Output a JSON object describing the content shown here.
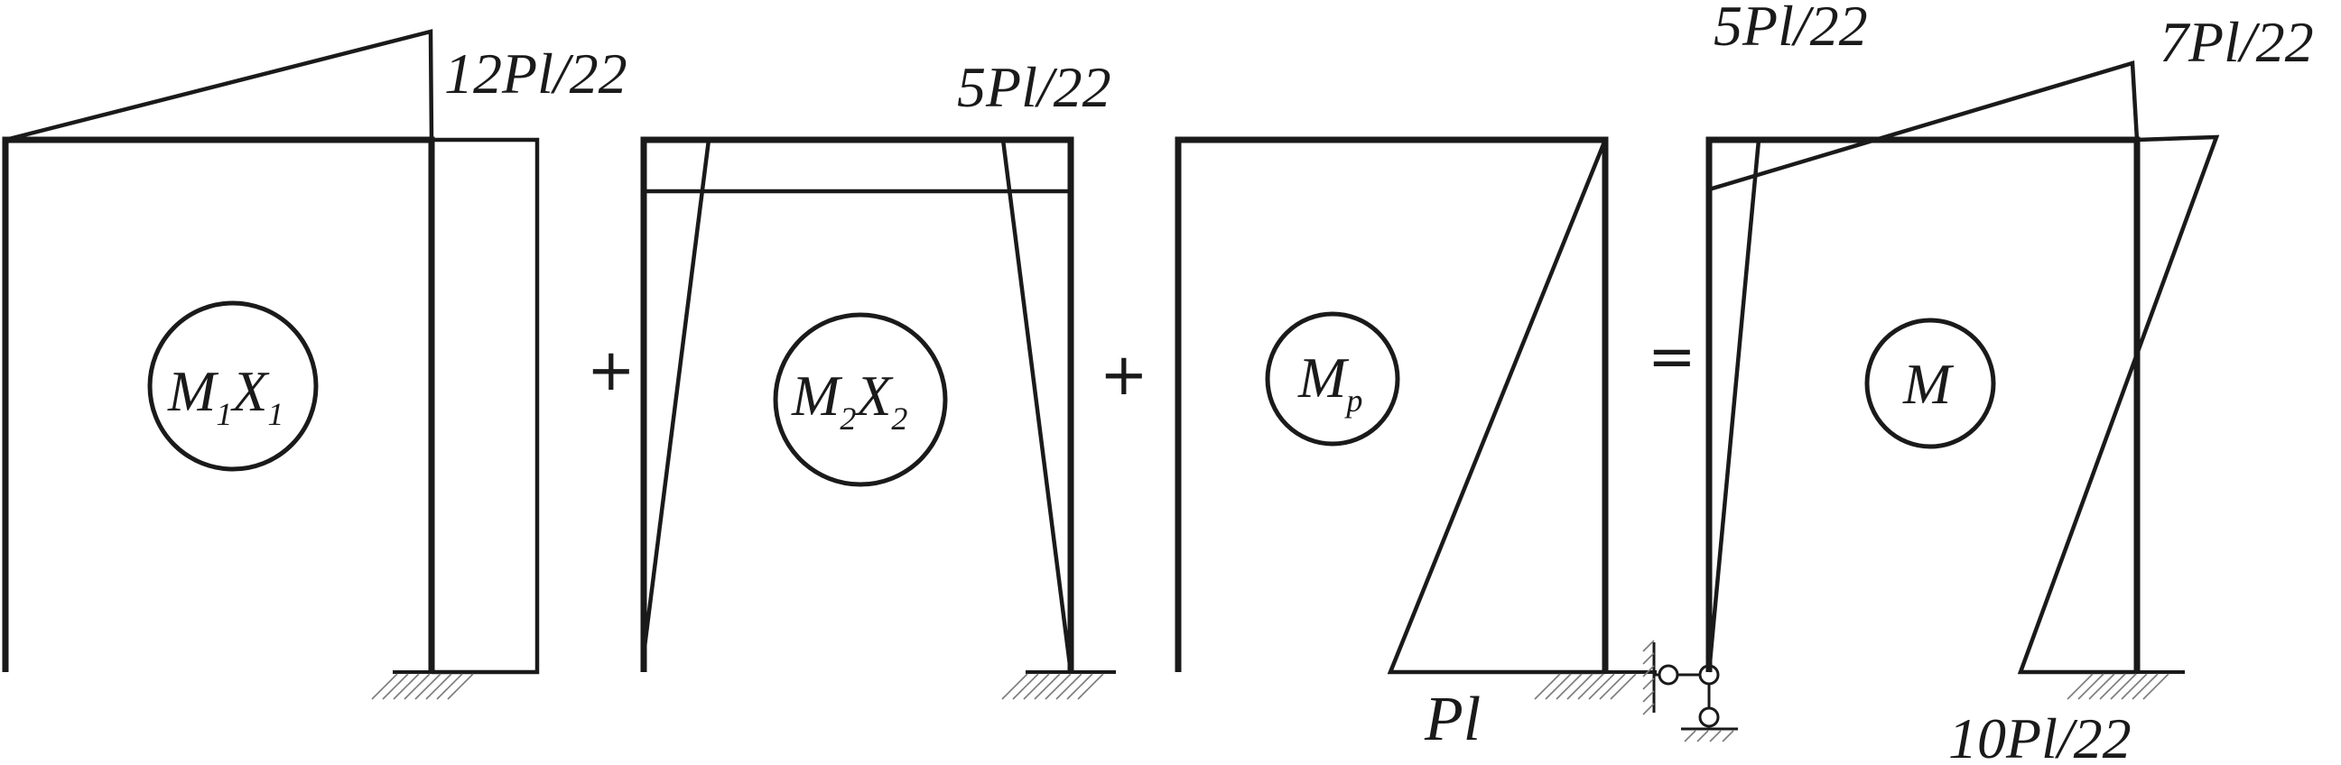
{
  "diagram": {
    "panels": [
      {
        "symbol": {
          "main": "M",
          "sub": "1",
          "main2": "X",
          "sub2": "1"
        },
        "top_label": "12Pl/22"
      },
      {
        "symbol": {
          "main": "M",
          "sub": "2",
          "main2": "X",
          "sub2": "2"
        },
        "top_label": "5Pl/22"
      },
      {
        "symbol": {
          "main": "M",
          "sub": "p"
        },
        "bottom_label": "Pl"
      },
      {
        "symbol": {
          "main": "M"
        },
        "top_left_label": "5Pl/22",
        "top_right_label": "7Pl/22",
        "bottom_label": "10Pl/22"
      }
    ],
    "operators": [
      "+",
      "+",
      "="
    ]
  }
}
